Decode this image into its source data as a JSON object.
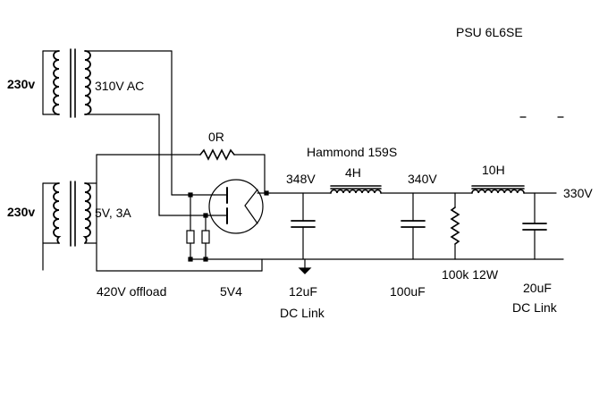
{
  "title": "PSU 6L6SE",
  "labels": {
    "mains_1": "230v",
    "mains_2": "230v",
    "secondary_hv": "310V AC",
    "secondary_heater": "5V, 3A",
    "offload": "420V offload",
    "rectifier": "5V4",
    "resistor_0r": "0R",
    "choke_model": "Hammond 159S",
    "choke_1": "4H",
    "choke_2": "10H",
    "v_348": "348V",
    "v_340": "340V",
    "v_330": "330V",
    "cap_1_value": "12uF",
    "cap_1_type": "DC Link",
    "cap_2_value": "100uF",
    "bleeder": "100k 12W",
    "cap_3_value": "20uF",
    "cap_3_type": "DC Link"
  }
}
